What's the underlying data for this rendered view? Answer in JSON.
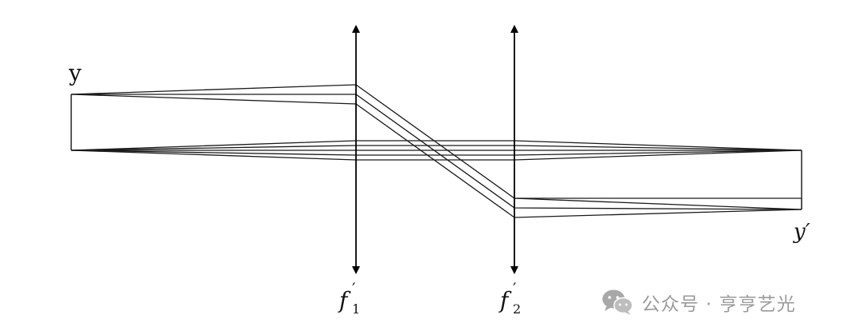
{
  "labels": {
    "object": "y",
    "image": "y′",
    "lens1_f": "f",
    "lens1_prime": "′",
    "lens1_sub": "1",
    "lens2_f": "f",
    "lens2_prime": "′",
    "lens2_sub": "2"
  },
  "watermark": {
    "icon": "wechat-icon",
    "text": "公众号 · 亨亨艺光"
  }
}
